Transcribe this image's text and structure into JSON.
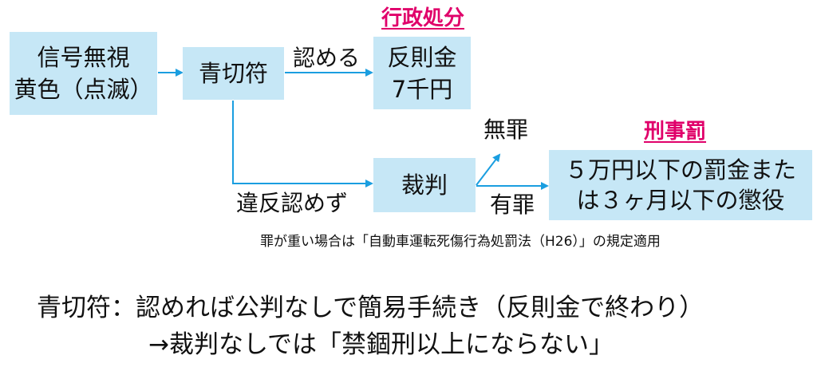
{
  "colors": {
    "box_fill": "#c6e7f6",
    "arrow": "#1a9ee0",
    "header": "#e0006a",
    "text": "#111111"
  },
  "headers": {
    "administrative": "行政処分",
    "criminal": "刑事罰"
  },
  "boxes": {
    "violation": [
      "信号無視",
      "黄色（点滅）"
    ],
    "blue_ticket": [
      "青切符"
    ],
    "fine": [
      "反則金",
      "7千円"
    ],
    "trial": [
      "裁判"
    ],
    "penalty": [
      "５万円以下の罰金また",
      "は３ヶ月以下の懲役"
    ]
  },
  "edges": {
    "admit": "認める",
    "not_admit": "違反認めず",
    "not_guilty": "無罪",
    "guilty": "有罪"
  },
  "note": "罪が重い場合は「自動車運転死傷行為処罰法（H26）」の規定適用",
  "summary": {
    "line1": "青切符：認めれば公判なしで簡易手続き（反則金で終わり）",
    "line2": "→裁判なしでは「禁錮刑以上にならない」"
  }
}
